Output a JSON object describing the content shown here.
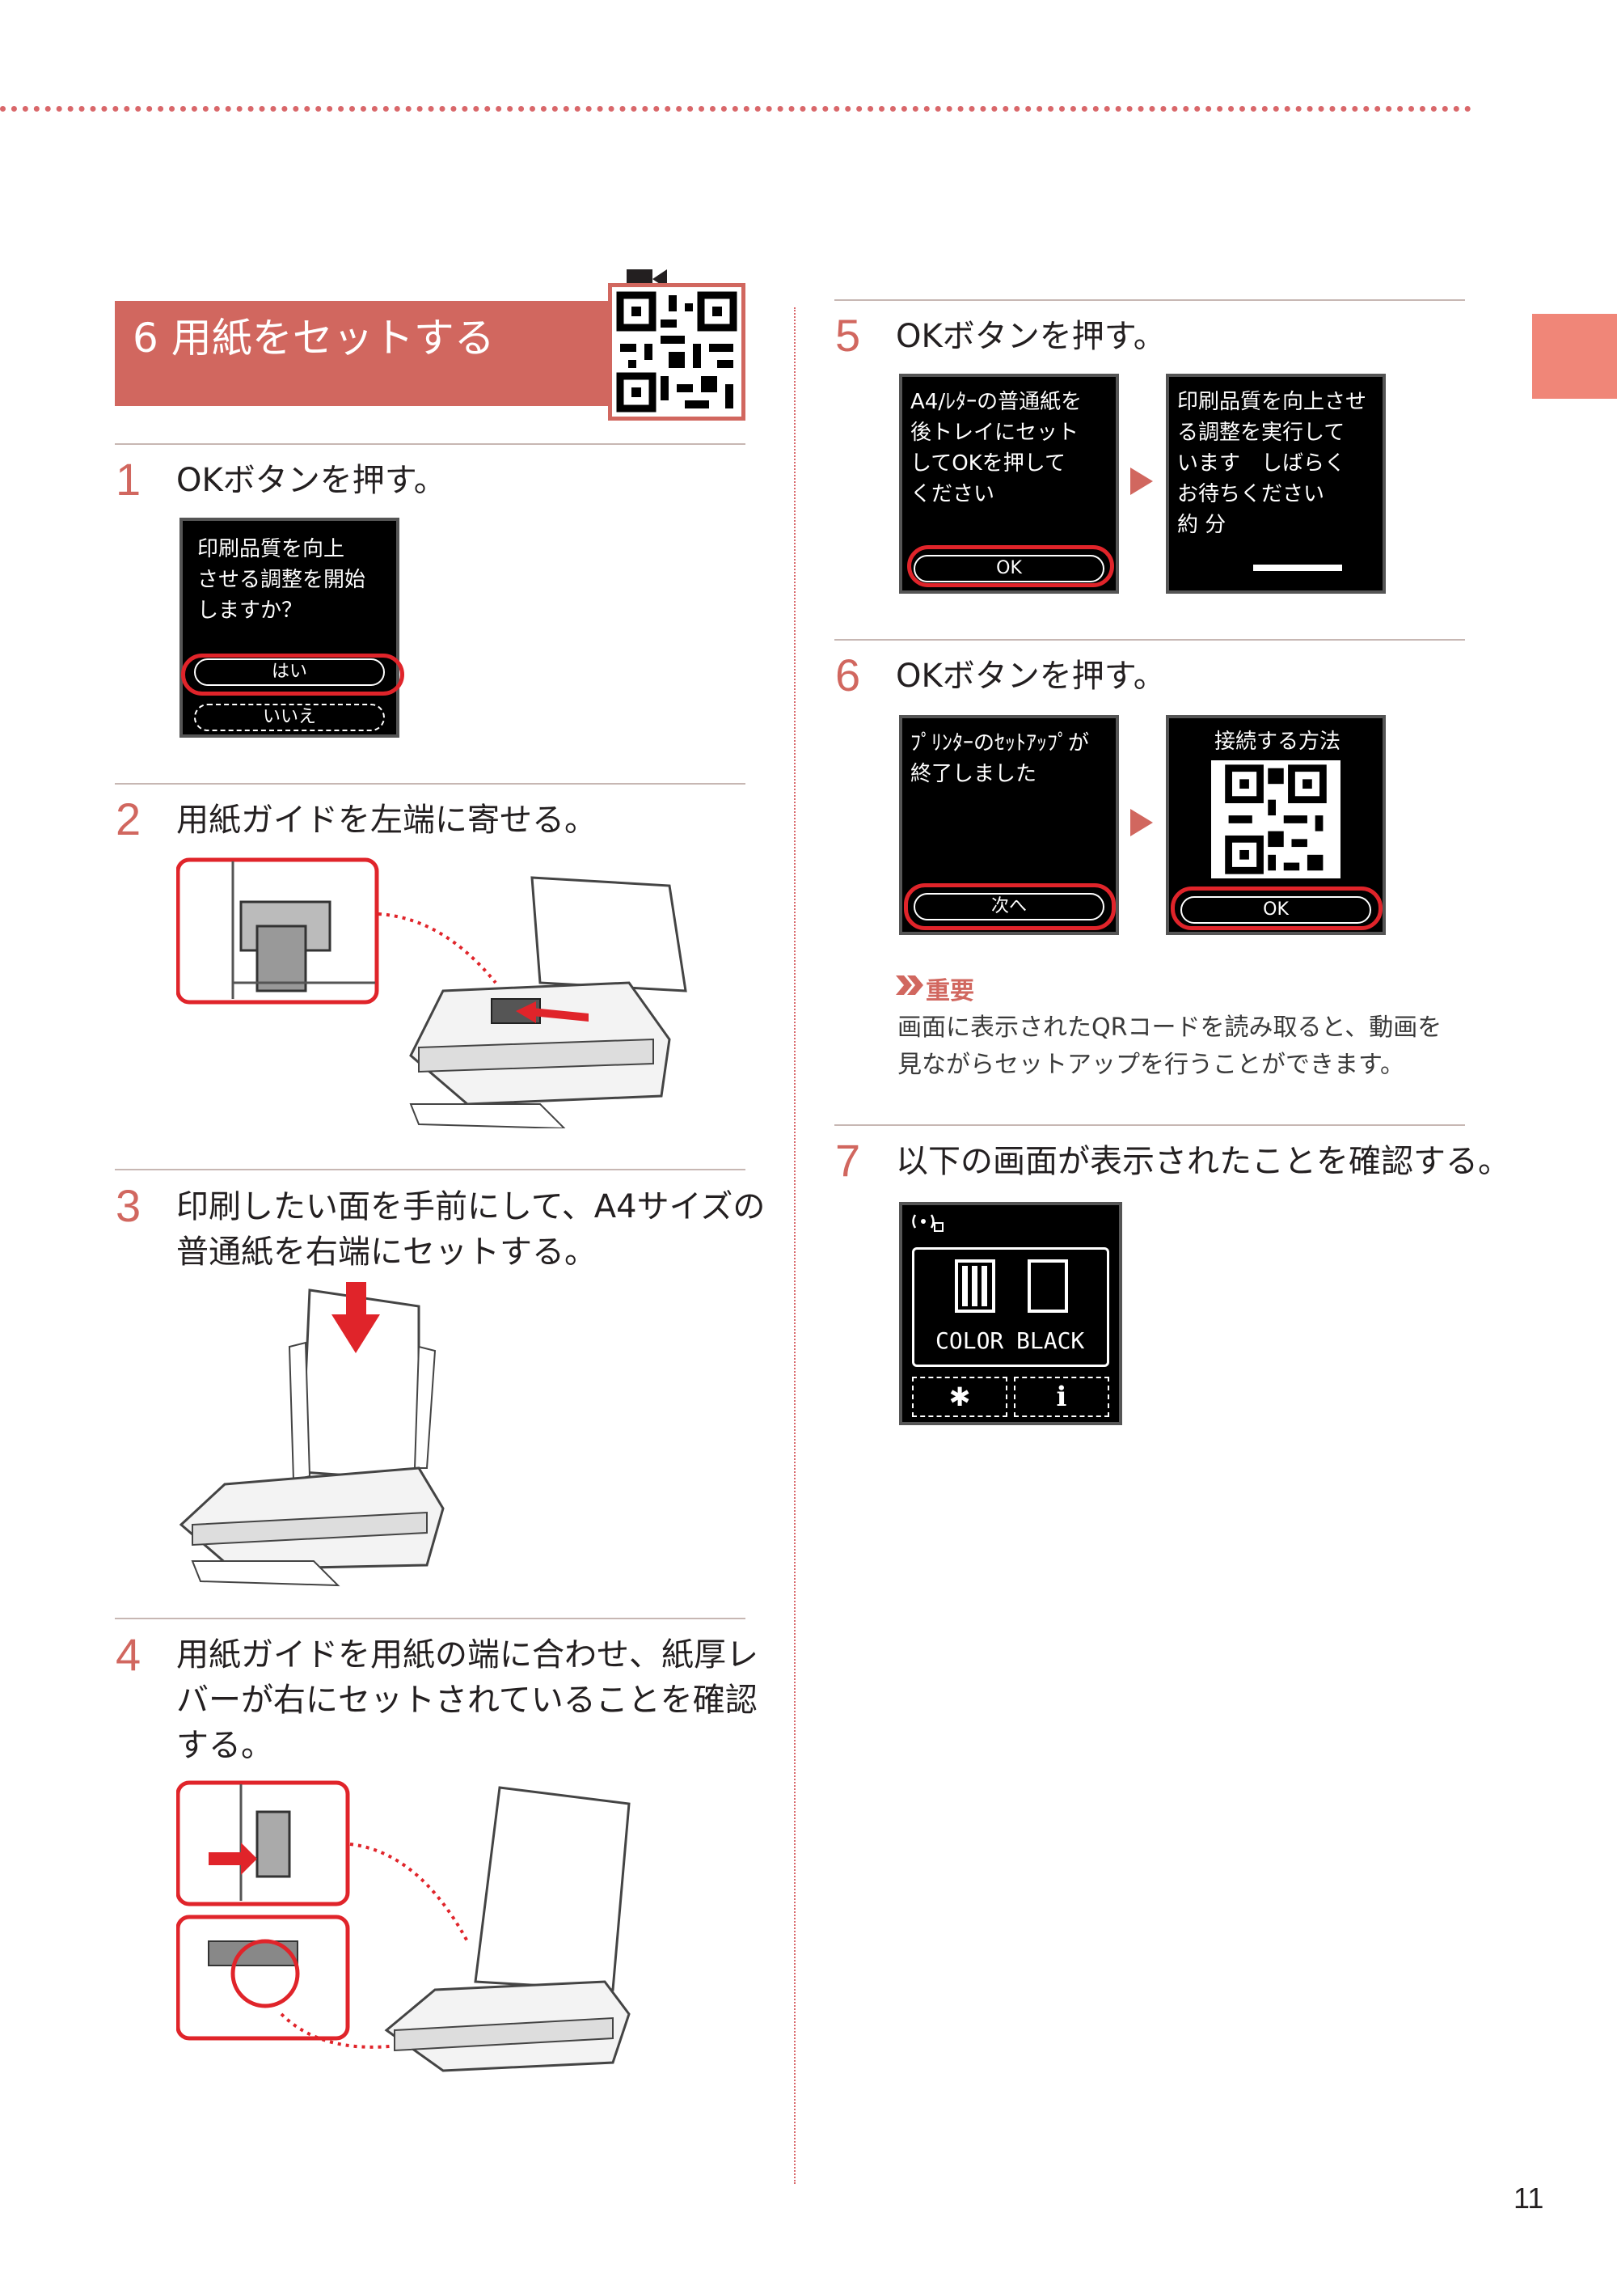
{
  "section": {
    "title": "6 用紙をセットする"
  },
  "steps": {
    "s1": {
      "num": "1",
      "text": "OKボタンを押す。",
      "screen": {
        "message": "印刷品質を向上\nさせる調整を開始\nしますか？",
        "yes": "はい",
        "no": "いいえ"
      }
    },
    "s2": {
      "num": "2",
      "text": "用紙ガイドを左端に寄せる。"
    },
    "s3": {
      "num": "3",
      "text_line1": "印刷したい面を手前にして、A4サイズの",
      "text_line2": "普通紙を右端にセットする。"
    },
    "s4": {
      "num": "4",
      "text_line1": "用紙ガイドを用紙の端に合わせ、紙厚レ",
      "text_line2": "バーが右にセットされていることを確認",
      "text_line3": "する。"
    },
    "s5": {
      "num": "5",
      "text": "OKボタンを押す。",
      "screen1": {
        "message": "A4/ﾚﾀｰの普通紙を\n後トレイにセット\nしてOKを押して\nください",
        "ok": "OK"
      },
      "screen2": {
        "message": "印刷品質を向上させ\nる調整を実行して\nいます　しばらく\nお待ちください\n約 分"
      }
    },
    "s6": {
      "num": "6",
      "text": "OKボタンを押す。",
      "screen1": {
        "message": "ﾌﾟﾘﾝﾀｰのｾｯﾄｱｯﾌﾟが\n終了しました",
        "next": "次へ"
      },
      "screen2": {
        "title": "接続する方法",
        "ok": "OK"
      }
    },
    "s7": {
      "num": "7",
      "text": "以下の画面が表示されたことを確認する。",
      "screen": {
        "color": "COLOR",
        "black": "BLACK",
        "settings_icon": "gear-icon",
        "info_icon": "info-icon",
        "wifi_icon": "wireless-icon"
      }
    }
  },
  "important": {
    "label": "重要",
    "text_line1": "画面に表示されたQRコードを読み取ると、動画を",
    "text_line2": "見ながらセットアップを行うことができます。"
  },
  "page_number": "11",
  "colors": {
    "accent": "#d1675f",
    "highlight": "#e0242a",
    "tab": "#f08678"
  }
}
